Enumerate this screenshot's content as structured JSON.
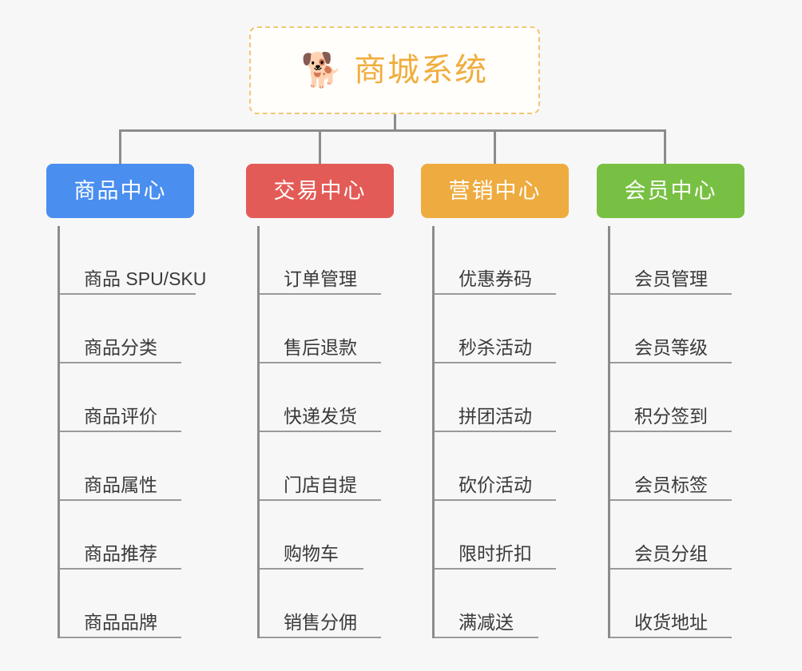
{
  "diagram": {
    "type": "org-tree",
    "background_color": "#f7f7f7",
    "connector_color": "#8c8c8c",
    "root": {
      "icon": "shiba-dog-face-emoji",
      "icon_glyph": "🐕",
      "title": "商城系统",
      "text_color": "#f0ad3e",
      "border_color": "#f0c674",
      "border_style": "dashed",
      "background": "#fffefb"
    },
    "columns": [
      {
        "header": {
          "label": "商品中心",
          "color": "#4a8ef0",
          "text_color": "#ffffff"
        },
        "items": [
          {
            "label": "商品 SPU/SKU"
          },
          {
            "label": "商品分类"
          },
          {
            "label": "商品评价"
          },
          {
            "label": "商品属性"
          },
          {
            "label": "商品推荐"
          },
          {
            "label": "商品品牌"
          }
        ]
      },
      {
        "header": {
          "label": "交易中心",
          "color": "#e35b57",
          "text_color": "#ffffff"
        },
        "items": [
          {
            "label": "订单管理"
          },
          {
            "label": "售后退款"
          },
          {
            "label": "快递发货"
          },
          {
            "label": "门店自提"
          },
          {
            "label": "购物车"
          },
          {
            "label": "销售分佣"
          }
        ]
      },
      {
        "header": {
          "label": "营销中心",
          "color": "#eeab3f",
          "text_color": "#ffffff"
        },
        "items": [
          {
            "label": "优惠券码"
          },
          {
            "label": "秒杀活动"
          },
          {
            "label": "拼团活动"
          },
          {
            "label": "砍价活动"
          },
          {
            "label": "限时折扣"
          },
          {
            "label": "满减送"
          }
        ]
      },
      {
        "header": {
          "label": "会员中心",
          "color": "#78c043",
          "text_color": "#ffffff"
        },
        "items": [
          {
            "label": "会员管理"
          },
          {
            "label": "会员等级"
          },
          {
            "label": "积分签到"
          },
          {
            "label": "会员标签"
          },
          {
            "label": "会员分组"
          },
          {
            "label": "收货地址"
          }
        ]
      }
    ]
  }
}
